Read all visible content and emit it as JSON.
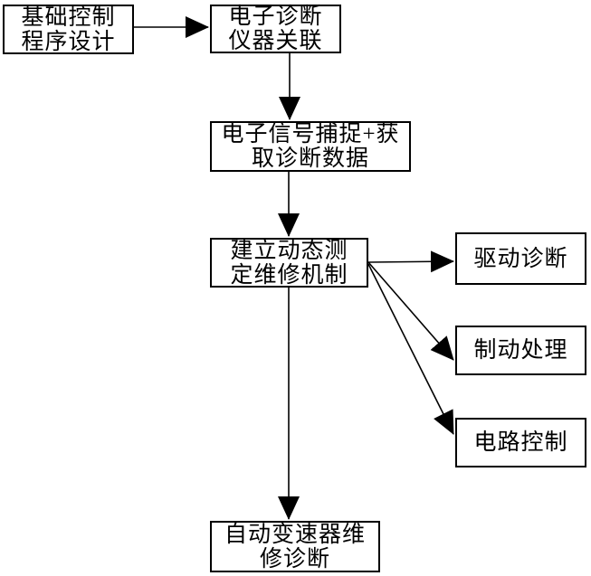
{
  "colors": {
    "ink": "#000000",
    "paper": "#ffffff"
  },
  "nodes": {
    "n1": {
      "label": "基础控制\n程序设计"
    },
    "n2": {
      "label": "电子诊断\n仪器关联"
    },
    "n3": {
      "label": "电子信号捕捉+获\n取诊断数据"
    },
    "n4": {
      "label": "建立动态测\n定维修机制"
    },
    "n5": {
      "label": "驱动诊断"
    },
    "n6": {
      "label": "制动处理"
    },
    "n7": {
      "label": "电路控制"
    },
    "n8": {
      "label": "自动变速器维\n修诊断"
    }
  },
  "edges": [
    {
      "from": "基础控制程序设计",
      "to": "电子诊断仪器关联"
    },
    {
      "from": "电子诊断仪器关联",
      "to": "电子信号捕捉+获取诊断数据"
    },
    {
      "from": "电子信号捕捉+获取诊断数据",
      "to": "建立动态测定维修机制"
    },
    {
      "from": "建立动态测定维修机制",
      "to": "驱动诊断"
    },
    {
      "from": "建立动态测定维修机制",
      "to": "制动处理"
    },
    {
      "from": "建立动态测定维修机制",
      "to": "电路控制"
    },
    {
      "from": "建立动态测定维修机制",
      "to": "自动变速器维修诊断"
    }
  ]
}
